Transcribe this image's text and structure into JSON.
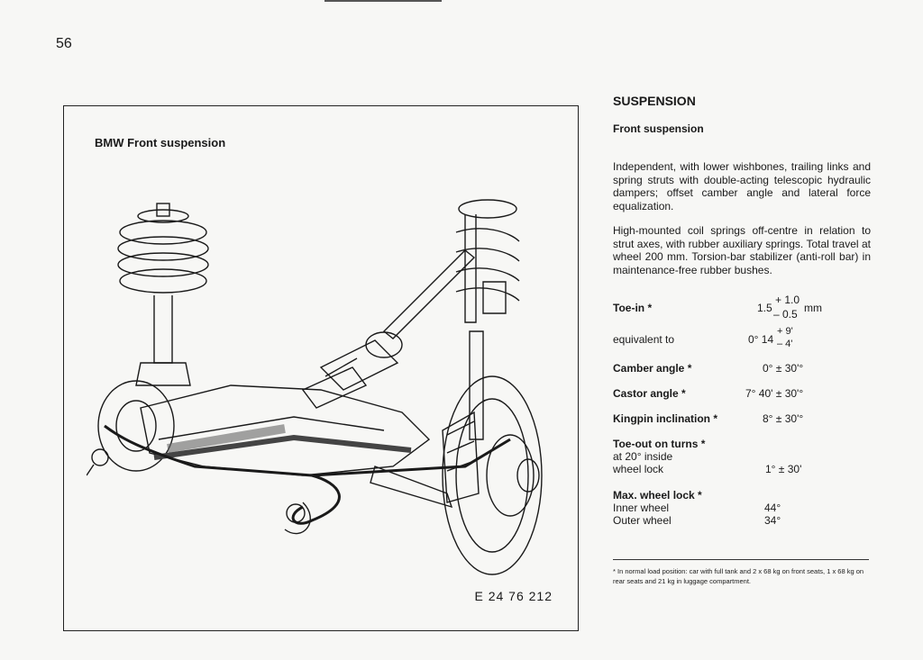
{
  "page": {
    "number": "56"
  },
  "figure": {
    "title": "BMW Front suspension",
    "code": "E 24 76 212"
  },
  "text": {
    "section_title": "SUSPENSION",
    "sub_title": "Front suspension",
    "para1": "Independent, with lower wishbones, trailing links and spring struts with double-acting telescopic hydraulic dampers; offset camber angle and lateral force equalization.",
    "para2": "High-mounted coil springs off-centre in relation to strut axes, with rubber auxiliary springs. Total travel at wheel 200 mm. Torsion-bar stabilizer (anti-roll bar) in maintenance-free rubber bushes."
  },
  "specs": {
    "toe_in": {
      "label": "Toe-in *",
      "base": "1.5",
      "plus": "+ 1.0",
      "minus": "– 0.5",
      "unit": "mm"
    },
    "equivalent": {
      "label": "equivalent to",
      "base": "0° 14",
      "plus": "+ 9'",
      "minus": "– 4'"
    },
    "camber": {
      "label": "Camber angle *",
      "value": "0° ± 30'°"
    },
    "castor": {
      "label": "Castor angle *",
      "value": "7° 40' ± 30'°"
    },
    "kingpin": {
      "label": "Kingpin inclination *",
      "value": "8° ± 30'°"
    },
    "toe_out": {
      "label": "Toe-out on turns *",
      "line1": "at 20° inside",
      "line2": "wheel lock",
      "value": "1° ± 30'"
    },
    "max_lock": {
      "label": "Max. wheel lock *",
      "inner_label": "Inner wheel",
      "inner_value": "44°",
      "outer_label": "Outer wheel",
      "outer_value": "34°"
    }
  },
  "footnote": "* In normal load position: car with full tank and 2 x 68 kg on front seats, 1 x 68 kg on rear seats and 21 kg in luggage compartment."
}
